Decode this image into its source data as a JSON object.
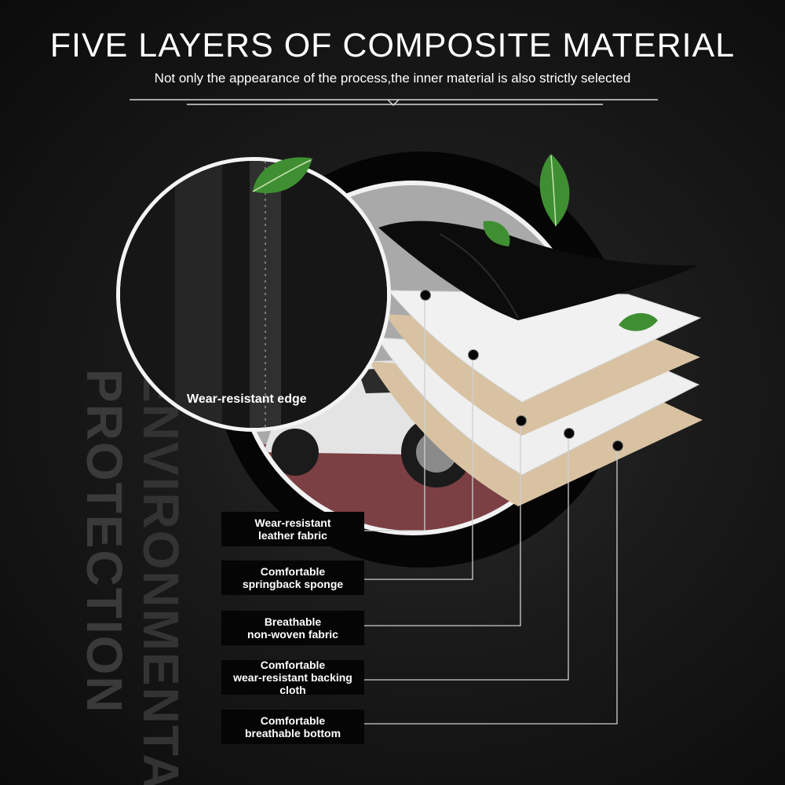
{
  "header": {
    "title": "FIVE LAYERS OF COMPOSITE MATERIAL",
    "subtitle": "Not only the appearance of the process,the inner material is also strictly selected"
  },
  "watermark": {
    "line1": "ENVIRONMENTAL",
    "line2": "PROTECTION"
  },
  "zoom_label": "Wear-resistant edge",
  "layers": [
    {
      "line1": "Wear-resistant",
      "line2": "leather fabric"
    },
    {
      "line1": "Comfortable",
      "line2": "springback sponge"
    },
    {
      "line1": "Breathable",
      "line2": "non-woven fabric"
    },
    {
      "line1": "Comfortable",
      "line2": "wear-resistant backing cloth"
    },
    {
      "line1": "Comfortable",
      "line2": "breathable bottom"
    }
  ],
  "colors": {
    "background": "#111111",
    "leaf": "#3f8f32",
    "layer_beige": "#d8c2a2",
    "layer_white": "#efefef",
    "text": "#ffffff"
  },
  "icons": [
    "leaf-icon",
    "car-image",
    "leather-texture"
  ]
}
